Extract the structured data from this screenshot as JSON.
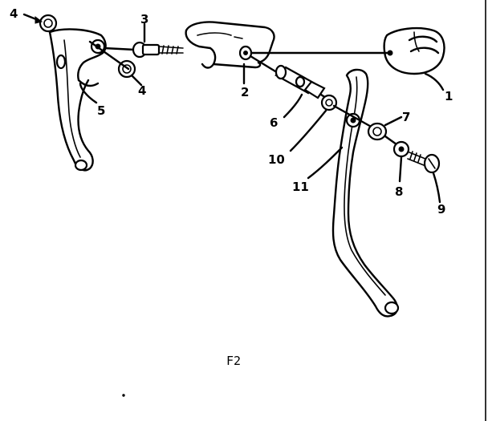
{
  "figure": {
    "label": "F2"
  },
  "callouts": [
    {
      "id": "c1",
      "text": "1"
    },
    {
      "id": "c2",
      "text": "2"
    },
    {
      "id": "c3",
      "text": "3"
    },
    {
      "id": "c4a",
      "text": "4"
    },
    {
      "id": "c4b",
      "text": "4"
    },
    {
      "id": "c5",
      "text": "5"
    },
    {
      "id": "c6",
      "text": "6"
    },
    {
      "id": "c7",
      "text": "7"
    },
    {
      "id": "c8",
      "text": "8"
    },
    {
      "id": "c9",
      "text": "9"
    },
    {
      "id": "c10",
      "text": "10"
    },
    {
      "id": "c11",
      "text": "11"
    }
  ],
  "colors": {
    "ink": "#000000",
    "paper": "#ffffff"
  }
}
